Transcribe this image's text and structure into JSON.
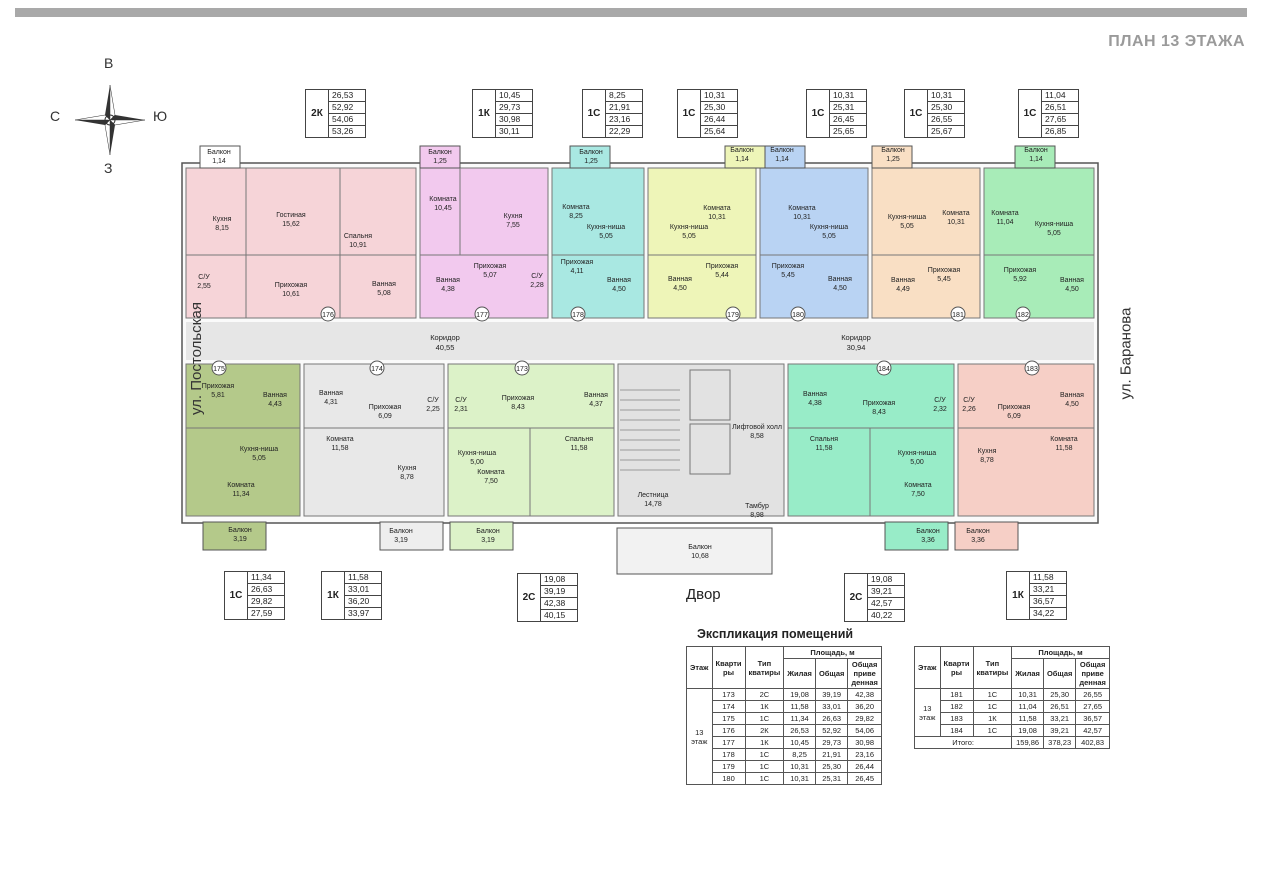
{
  "title": "ПЛАН 13 ЭТАЖА",
  "compass": {
    "n": "В",
    "s": "З",
    "w": "С",
    "e": "Ю"
  },
  "streets": {
    "left": "ул. Постольская",
    "right": "ул. Баранова"
  },
  "yard": "Двор",
  "colors": {
    "apt176": "#f6d4d8",
    "apt177": "#f2c9ee",
    "apt178": "#a9e8e2",
    "apt179": "#eef5b8",
    "apt180": "#b9d3f3",
    "apt181": "#f9dfc4",
    "apt182": "#a8ecb8",
    "apt175": "#b4c98a",
    "apt174": "#e8e8e8",
    "apt173": "#dcf2c8",
    "apt184": "#98ecc8",
    "apt183": "#f6cfc6",
    "corridor": "#e6e6e6",
    "stair": "#e2e2e2"
  },
  "summaries_top": [
    {
      "type": "2К",
      "vals": [
        "26,53",
        "52,92",
        "54,06",
        "53,26"
      ]
    },
    {
      "type": "1К",
      "vals": [
        "10,45",
        "29,73",
        "30,98",
        "30,11"
      ]
    },
    {
      "type": "1С",
      "vals": [
        "8,25",
        "21,91",
        "23,16",
        "22,29"
      ]
    },
    {
      "type": "1С",
      "vals": [
        "10,31",
        "25,30",
        "26,44",
        "25,64"
      ]
    },
    {
      "type": "1С",
      "vals": [
        "10,31",
        "25,31",
        "26,45",
        "25,65"
      ]
    },
    {
      "type": "1С",
      "vals": [
        "10,31",
        "25,30",
        "26,55",
        "25,67"
      ]
    },
    {
      "type": "1С",
      "vals": [
        "11,04",
        "26,51",
        "27,65",
        "26,85"
      ]
    }
  ],
  "summaries_bottom": [
    {
      "type": "1С",
      "vals": [
        "11,34",
        "26,63",
        "29,82",
        "27,59"
      ]
    },
    {
      "type": "1К",
      "vals": [
        "11,58",
        "33,01",
        "36,20",
        "33,97"
      ]
    },
    {
      "type": "2С",
      "vals": [
        "19,08",
        "39,19",
        "42,38",
        "40,15"
      ]
    },
    {
      "type": "2С",
      "vals": [
        "19,08",
        "39,21",
        "42,57",
        "40,22"
      ]
    },
    {
      "type": "1К",
      "vals": [
        "11,58",
        "33,21",
        "36,57",
        "34,22"
      ]
    }
  ],
  "rooms": [
    {
      "name": "Балкон",
      "area": "1,14"
    },
    {
      "name": "Кухня",
      "area": "8,15"
    },
    {
      "name": "Гостиная",
      "area": "15,62"
    },
    {
      "name": "Спальня",
      "area": "10,91"
    },
    {
      "name": "С/У",
      "area": "2,55"
    },
    {
      "name": "Прихожая",
      "area": "10,61"
    },
    {
      "name": "Ванная",
      "area": "5,08"
    },
    {
      "name": "Балкон",
      "area": "1,25"
    },
    {
      "name": "Комната",
      "area": "10,45"
    },
    {
      "name": "Кухня",
      "area": "7,55"
    },
    {
      "name": "Ванная",
      "area": "4,38"
    },
    {
      "name": "Прихожая",
      "area": "5,07"
    },
    {
      "name": "С/У",
      "area": "2,28"
    },
    {
      "name": "Балкон",
      "area": "1,25"
    },
    {
      "name": "Комната",
      "area": "8,25"
    },
    {
      "name": "Кухня-ниша",
      "area": "5,05"
    },
    {
      "name": "Прихожая",
      "area": "4,11"
    },
    {
      "name": "Ванная",
      "area": "4,50"
    },
    {
      "name": "Балкон",
      "area": "1,14"
    },
    {
      "name": "Комната",
      "area": "10,31"
    },
    {
      "name": "Кухня-ниша",
      "area": "5,05"
    },
    {
      "name": "Ванная",
      "area": "4,50"
    },
    {
      "name": "Прихожая",
      "area": "5,44"
    },
    {
      "name": "Балкон",
      "area": "1,14"
    },
    {
      "name": "Комната",
      "area": "10,31"
    },
    {
      "name": "Кухня-ниша",
      "area": "5,05"
    },
    {
      "name": "Прихожая",
      "area": "5,45"
    },
    {
      "name": "Ванная",
      "area": "4,50"
    },
    {
      "name": "Балкон",
      "area": "1,25"
    },
    {
      "name": "Кухня-ниша",
      "area": "5,05"
    },
    {
      "name": "Комната",
      "area": "10,31"
    },
    {
      "name": "Ванная",
      "area": "4,49"
    },
    {
      "name": "Прихожая",
      "area": "5,45"
    },
    {
      "name": "Балкон",
      "area": "1,14"
    },
    {
      "name": "Комната",
      "area": "11,04"
    },
    {
      "name": "Кухня-ниша",
      "area": "5,05"
    },
    {
      "name": "Прихожая",
      "area": "5,92"
    },
    {
      "name": "Ванная",
      "area": "4,50"
    },
    {
      "name": "Коридор",
      "area": "40,55"
    },
    {
      "name": "Коридор",
      "area": "30,94"
    },
    {
      "name": "Прихожая",
      "area": "5,81"
    },
    {
      "name": "Ванная",
      "area": "4,43"
    },
    {
      "name": "Кухня-ниша",
      "area": "5,05"
    },
    {
      "name": "Комната",
      "area": "11,34"
    },
    {
      "name": "Балкон",
      "area": "3,19"
    },
    {
      "name": "Ванная",
      "area": "4,31"
    },
    {
      "name": "Прихожая",
      "area": "6,09"
    },
    {
      "name": "С/У",
      "area": "2,25"
    },
    {
      "name": "Комната",
      "area": "11,58"
    },
    {
      "name": "Кухня",
      "area": "8,78"
    },
    {
      "name": "Балкон",
      "area": "3,19"
    },
    {
      "name": "С/У",
      "area": "2,31"
    },
    {
      "name": "Прихожая",
      "area": "8,43"
    },
    {
      "name": "Ванная",
      "area": "4,37"
    },
    {
      "name": "Кухня-ниша",
      "area": "5,00"
    },
    {
      "name": "Комната",
      "area": "7,50"
    },
    {
      "name": "Спальня",
      "area": "11,58"
    },
    {
      "name": "Балкон",
      "area": "3,19"
    },
    {
      "name": "Лифтовой холл",
      "area": "8,58"
    },
    {
      "name": "Лестница",
      "area": "14,78"
    },
    {
      "name": "Тамбур",
      "area": "8,98"
    },
    {
      "name": "Балкон",
      "area": "10,68"
    },
    {
      "name": "Ванная",
      "area": "4,38"
    },
    {
      "name": "Прихожая",
      "area": "8,43"
    },
    {
      "name": "С/У",
      "area": "2,32"
    },
    {
      "name": "Спальня",
      "area": "11,58"
    },
    {
      "name": "Кухня-ниша",
      "area": "5,00"
    },
    {
      "name": "Комната",
      "area": "7,50"
    },
    {
      "name": "Балкон",
      "area": "3,36"
    },
    {
      "name": "С/У",
      "area": "2,26"
    },
    {
      "name": "Прихожая",
      "area": "6,09"
    },
    {
      "name": "Ванная",
      "area": "4,50"
    },
    {
      "name": "Кухня",
      "area": "8,78"
    },
    {
      "name": "Комната",
      "area": "11,58"
    },
    {
      "name": "Балкон",
      "area": "3,36"
    }
  ],
  "apt_numbers": [
    "176",
    "177",
    "178",
    "179",
    "180",
    "181",
    "182",
    "175",
    "174",
    "173",
    "184",
    "183"
  ],
  "explication": {
    "title": "Экспликация помещений",
    "headers": {
      "floor": "Этаж",
      "apt": "Кварти ры",
      "type": "Тип кватиры",
      "area": "Площадь, м",
      "living": "Жилая",
      "total": "Общая",
      "reduced": "Общая приве денная"
    },
    "floor": "13 этаж",
    "rows": [
      [
        "173",
        "2С",
        "19,08",
        "39,19",
        "42,38"
      ],
      [
        "174",
        "1К",
        "11,58",
        "33,01",
        "36,20"
      ],
      [
        "175",
        "1С",
        "11,34",
        "26,63",
        "29,82"
      ],
      [
        "176",
        "2К",
        "26,53",
        "52,92",
        "54,06"
      ],
      [
        "177",
        "1К",
        "10,45",
        "29,73",
        "30,98"
      ],
      [
        "178",
        "1С",
        "8,25",
        "21,91",
        "23,16"
      ],
      [
        "179",
        "1С",
        "10,31",
        "25,30",
        "26,44"
      ],
      [
        "180",
        "1С",
        "10,31",
        "25,31",
        "26,45"
      ]
    ]
  },
  "explication2": {
    "headers": {
      "floor": "Этаж",
      "apt": "Кварти ры",
      "type": "Тип кватиры",
      "area": "Площадь, м",
      "living": "Жилая",
      "total": "Общая",
      "reduced": "Общая приве денная"
    },
    "floor": "13 этаж",
    "rows": [
      [
        "181",
        "1С",
        "10,31",
        "25,30",
        "26,55"
      ],
      [
        "182",
        "1С",
        "11,04",
        "26,51",
        "27,65"
      ],
      [
        "183",
        "1К",
        "11,58",
        "33,21",
        "36,57"
      ],
      [
        "184",
        "1С",
        "19,08",
        "39,21",
        "42,57"
      ]
    ],
    "total_label": "Итого:",
    "totals": [
      "159,86",
      "378,23",
      "402,83"
    ]
  }
}
